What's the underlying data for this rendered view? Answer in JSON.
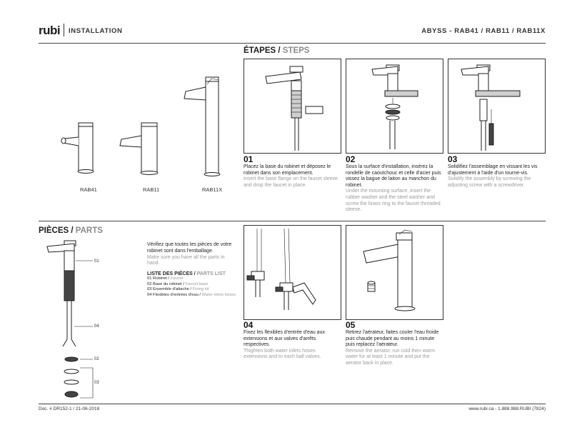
{
  "header": {
    "logo": "rubi",
    "section": "INSTALLATION",
    "models": "ABYSS - RAB41 / RAB11 / RAB11X"
  },
  "models": [
    {
      "label": "RAB41"
    },
    {
      "label": "RAB11"
    },
    {
      "label": "RAB11X"
    }
  ],
  "steps_section": {
    "title_fr": "ÉTAPES /",
    "title_en": " STEPS"
  },
  "steps": [
    {
      "num": "01",
      "fr": "Placez la base du robinet et déposez le robinet dans son emplacement.",
      "en": "Insert the base flange on the faucet sleeve and drop the faucet in place."
    },
    {
      "num": "02",
      "fr": "Sous la surface d'installation, insérez la rondelle de caoutchouc et celle d'acier puis vissez la bague de laiton au manchon du robinet.",
      "en": "Under the mounting surface, insert the rubber washer and the steel washer and screw the brass ring to the faucet threaded sleeve."
    },
    {
      "num": "03",
      "fr": "Solidifiez l'assemblage en vissant les vis d'ajustement à l'aide d'un tourne-vis.",
      "en": "Solidify the assembly by screwing the adjusting screw with a screwdriver."
    },
    {
      "num": "04",
      "fr": "Fixez les flexibles d'entrée d'eau aux extensions et aux valves d'arrêts respectives.",
      "en": "Thighten both water inlets hoses extensions and to each ball valves."
    },
    {
      "num": "05",
      "fr": "Retirez l'aérateur, faites couler l'eau froide puis chaude pendant au moins 1 minute puis replacez l'aérateur.",
      "en": "Remove the aerator, run cold then warm water for at least 1 minute and put the aerator back in place."
    }
  ],
  "parts_section": {
    "title_fr": "PIÈCES /",
    "title_en": " PARTS",
    "intro_fr": "Vérifiez que toutes les pièces de votre robinet sont dans l'emballage.",
    "intro_en": "Make sure you have all the parts in hand.",
    "list_title_fr": "LISTE DES PIÈCES /",
    "list_title_en": " PARTS LIST",
    "items": [
      {
        "fr": "01 Robinet / ",
        "en": "Faucet"
      },
      {
        "fr": "02 Base du robinet / ",
        "en": "Faucet base"
      },
      {
        "fr": "03 Ensemble d'attache / ",
        "en": "Fixing kit"
      },
      {
        "fr": "04 Flexibles d'entrées d'eau / ",
        "en": "Water inlets hoses"
      }
    ],
    "callouts": [
      "01",
      "04",
      "02",
      "03"
    ]
  },
  "footer": {
    "doc": "Doc. # DR152-1 / 21-06-2018",
    "contact": "www.rubi.ca - 1.888.988.RUBI (7824)"
  }
}
